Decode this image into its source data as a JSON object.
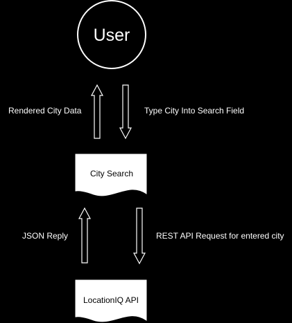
{
  "diagram": {
    "nodes": {
      "user": {
        "label": "User"
      },
      "city_search": {
        "label": "City Search"
      },
      "locationiq_api": {
        "label": "LocationIQ API"
      }
    },
    "edges": {
      "rendered_city_data": {
        "label": "Rendered City Data",
        "from": "city_search",
        "to": "user"
      },
      "type_city": {
        "label": "Type City Into Search Field",
        "from": "user",
        "to": "city_search"
      },
      "json_reply": {
        "label": "JSON Reply",
        "from": "locationiq_api",
        "to": "city_search"
      },
      "rest_request": {
        "label": "REST API Request for entered city",
        "from": "city_search",
        "to": "locationiq_api"
      }
    }
  },
  "colors": {
    "background": "#000000",
    "stroke": "#ffffff",
    "node_fill": "#ffffff",
    "user_fill": "#000000",
    "arrow_fill": "#000000",
    "text_dark": "#000000",
    "text_light": "#ffffff"
  }
}
